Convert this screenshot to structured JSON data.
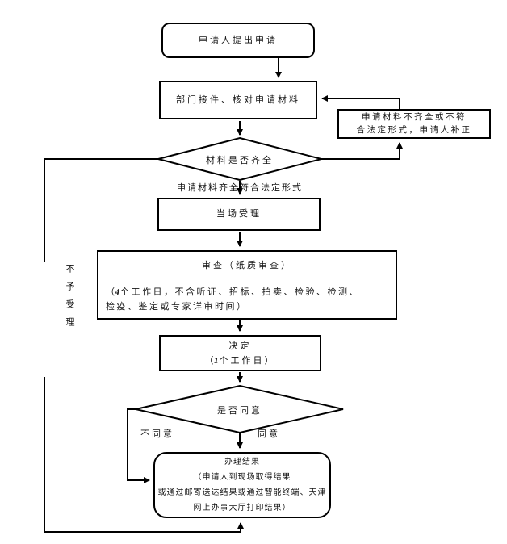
{
  "nodes": {
    "start": {
      "label": "申请人提出申请"
    },
    "receive": {
      "label": "部门接件、核对申请材料"
    },
    "supplement": {
      "line1": "申请材料不齐全或不符",
      "line2": "合法定形式，申请人补正"
    },
    "materials_check": {
      "label": "材料是否齐全"
    },
    "accept": {
      "label": "当场受理"
    },
    "review": {
      "title": "审查（纸质审查）",
      "note_open": "（",
      "note_days": "4",
      "note_line1_rest": "个工作日，不含听证、招标、拍卖、检验、检测、",
      "note_line2": "检疫、鉴定或专家详审时间）"
    },
    "decision": {
      "title": "决定",
      "note_open": "（",
      "note_days": "1",
      "note_rest": "个工作日）"
    },
    "agree_check": {
      "label": "是否同意"
    },
    "result": {
      "line1": "办理结果",
      "line2": "（申请人到现场取得结果",
      "line3": "或通过邮寄送达结果或通过智能终端、天津",
      "line4": "网上办事大厅打印结果）"
    }
  },
  "edge_labels": {
    "complete": "申请材料齐全符合法定形式",
    "not_accepted": "不予受理",
    "disagree": "不同意",
    "agree": "同意"
  },
  "colors": {
    "line": "#000000",
    "text": "#141414",
    "background": "#ffffff"
  }
}
